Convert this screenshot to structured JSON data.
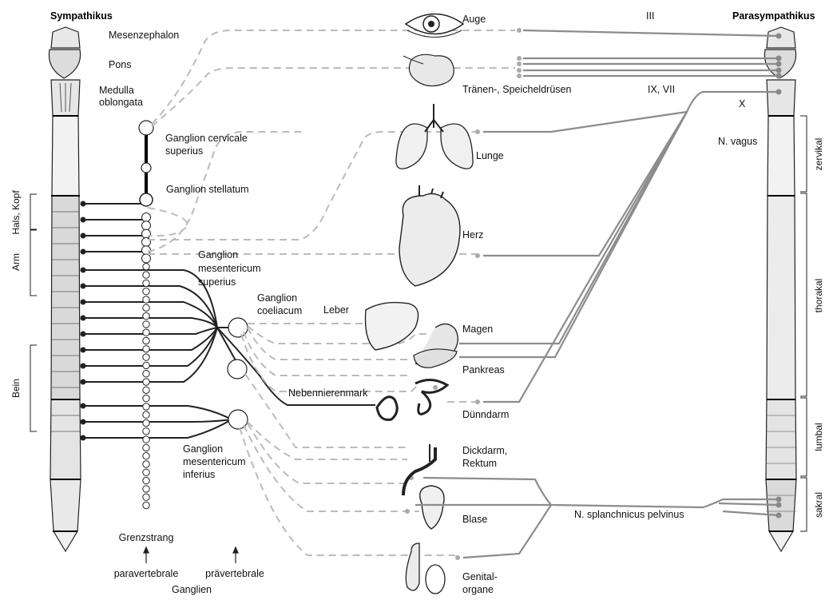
{
  "headers": {
    "left": "Sympathikus",
    "right": "Parasympathikus"
  },
  "brain_labels": {
    "mes": "Mesenzephalon",
    "pons": "Pons",
    "med1": "Medulla",
    "med2": "oblongata"
  },
  "ganglia": {
    "cerv1": "Ganglion cervicale",
    "cerv2": "superius",
    "stell": "Ganglion stellatum",
    "msup1": "Ganglion",
    "msup2": "mesentericum",
    "msup3": "superius",
    "coel1": "Ganglion",
    "coel2": "coeliacum",
    "minf1": "Ganglion",
    "minf2": "mesentericum",
    "minf3": "inferius",
    "neben": "Nebennierenmark"
  },
  "organs": {
    "auge": "Auge",
    "traenen": "Tränen-, Speicheldrüsen",
    "lunge": "Lunge",
    "herz": "Herz",
    "leber": "Leber",
    "magen": "Magen",
    "pankreas": "Pankreas",
    "duenn": "Dünndarm",
    "dick1": "Dickdarm,",
    "dick2": "Rektum",
    "blase": "Blase",
    "gen1": "Genital-",
    "gen2": "organe"
  },
  "nerves": {
    "iii": "III",
    "ix": "IX, VII",
    "x": "X",
    "vagus": "N. vagus",
    "pelvinus": "N. splanchnicus pelvinus"
  },
  "regions_left": {
    "hals": "Hals, Kopf",
    "arm": "Arm",
    "bein": "Bein"
  },
  "regions_right": {
    "zerv": "zervikal",
    "thor": "thorakal",
    "lumb": "lumbal",
    "sakr": "sakral"
  },
  "bottom": {
    "grenz": "Grenzstrang",
    "para": "paravertebrale",
    "prae": "prävertebrale",
    "gang": "Ganglien"
  },
  "colors": {
    "line": "#222222",
    "gray_line": "#8c8c8c",
    "dashed": "#b8b8b8",
    "cord_fill": "#dedede"
  }
}
